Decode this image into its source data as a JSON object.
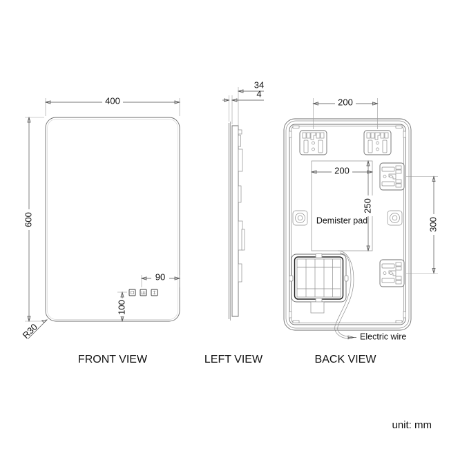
{
  "sheet": {
    "unit_note": "unit: mm",
    "background": "#ffffff",
    "line_color": "#6e6e6e",
    "text_color": "#111111"
  },
  "views": [
    {
      "id": "front",
      "label": "FRONT VIEW"
    },
    {
      "id": "left",
      "label": "LEFT VIEW"
    },
    {
      "id": "back",
      "label": "BACK VIEW"
    }
  ],
  "front_view": {
    "label": "FRONT VIEW",
    "width_dim": "400",
    "height_dim": "600",
    "corner_radius_dim": "R30",
    "touch_offset_right_dim": "90",
    "touch_offset_bottom_dim": "100",
    "controls": [
      {
        "name": "touch-switch-icon",
        "symbol": "power"
      },
      {
        "name": "demister-switch-icon",
        "symbol": "demister"
      },
      {
        "name": "color-temp-switch-icon",
        "symbol": "colour"
      }
    ]
  },
  "left_view": {
    "label": "LEFT VIEW",
    "total_depth_dim": "34",
    "glass_thickness_dim": "4"
  },
  "back_view": {
    "label": "BACK VIEW",
    "bracket_spacing_dim": "200",
    "demister_width_dim": "200",
    "demister_height_dim": "250",
    "side_bracket_spacing_dim": "300",
    "demister_label": "Demister pad",
    "wire_label": "Electric wire",
    "components": [
      {
        "name": "top-left-mounting-bracket"
      },
      {
        "name": "top-right-mounting-bracket"
      },
      {
        "name": "right-upper-mounting-bracket"
      },
      {
        "name": "right-lower-mounting-bracket"
      },
      {
        "name": "demister-pad"
      },
      {
        "name": "left-fixing-boss"
      },
      {
        "name": "right-fixing-boss"
      },
      {
        "name": "driver-box"
      },
      {
        "name": "electric-wire"
      }
    ]
  }
}
